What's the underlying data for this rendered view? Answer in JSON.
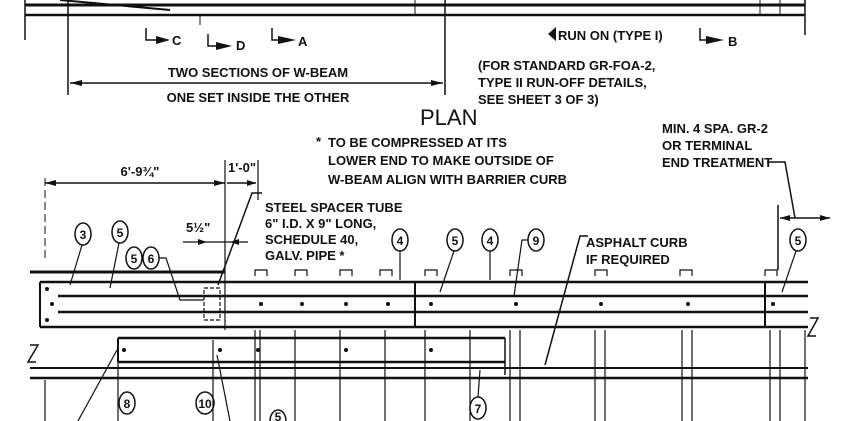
{
  "drawing": {
    "section_markers": [
      "C",
      "D",
      "A",
      "B"
    ],
    "run_on": "RUN ON (TYPE I)",
    "two_sections": [
      "TWO SECTIONS OF W-BEAM",
      "ONE SET INSIDE THE OTHER"
    ],
    "standard_note": [
      "(FOR STANDARD GR-FOA-2,",
      "TYPE II RUN-OFF DETAILS,",
      "SEE SHEET 3 OF 3)"
    ],
    "view_title": "PLAN",
    "compressed_note": [
      "TO BE COMPRESSED AT ITS",
      "LOWER END TO MAKE OUTSIDE OF",
      "W-BEAM ALIGN WITH BARRIER CURB"
    ],
    "asterisk": "*",
    "terminal_note": [
      "MIN. 4 SPA. GR-2",
      "OR TERMINAL",
      "END TREATMENT"
    ],
    "dimensions": {
      "long": "6'-9¾\"",
      "short": "1'-0\"",
      "offset": "5½\""
    },
    "spacer_note": [
      "STEEL SPACER TUBE",
      "6\" I.D. X 9\" LONG,",
      "SCHEDULE 40,",
      "GALV. PIPE *"
    ],
    "asphalt_note": [
      "ASPHALT CURB",
      "IF REQUIRED"
    ],
    "balloons": [
      "3",
      "5",
      "5",
      "6",
      "4",
      "5",
      "4",
      "9",
      "5",
      "8",
      "10",
      "7",
      "5"
    ]
  }
}
